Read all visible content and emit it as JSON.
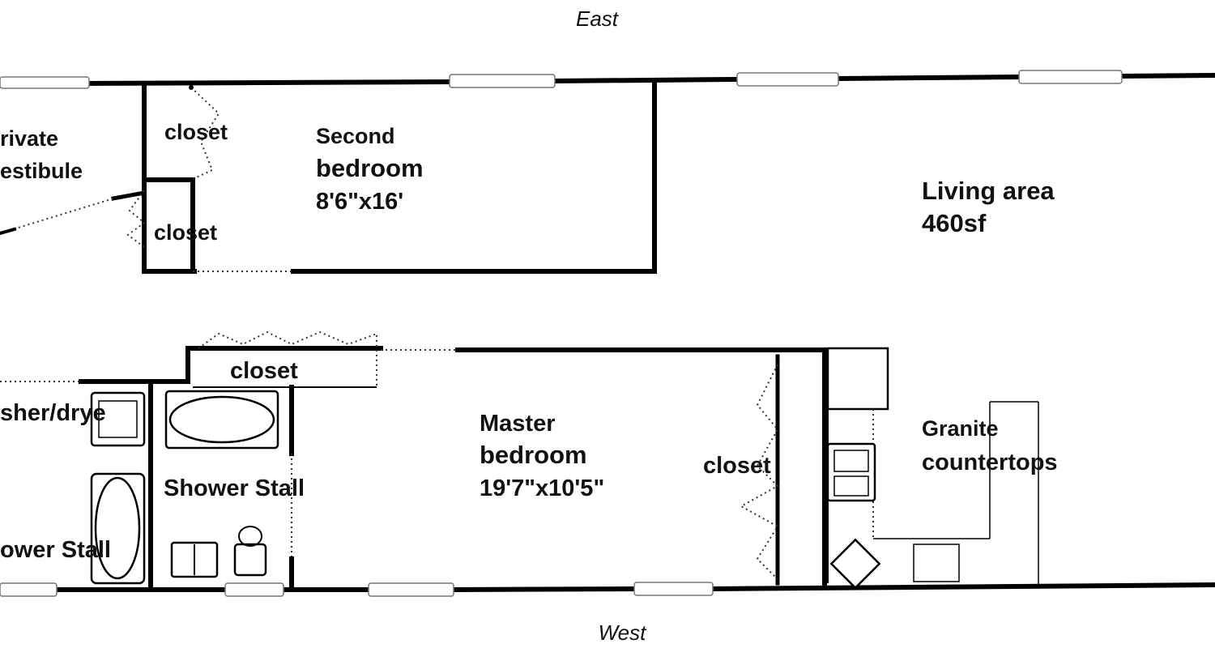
{
  "compass": {
    "north_side": "East",
    "south_side": "West"
  },
  "rooms": {
    "vestibule": {
      "line1": "rivate",
      "line2": "estibule"
    },
    "closet_upper_a": "closet",
    "closet_upper_b": "closet",
    "second_bedroom": {
      "line1": "Second",
      "line2": "bedroom",
      "line3": "8'6\"x16'"
    },
    "living_area": {
      "line1": "Living area",
      "line2": "460sf"
    },
    "closet_master_top": "closet",
    "laundry": "sher/drye",
    "shower_left": "ower Stall",
    "shower_stall": "Shower Stall",
    "master_bedroom": {
      "line1": "Master",
      "line2": "bedroom",
      "line3": "19'7\"x10'5\""
    },
    "closet_master_side": "closet",
    "kitchen": {
      "line1": "Granite",
      "line2": "countertops"
    }
  }
}
